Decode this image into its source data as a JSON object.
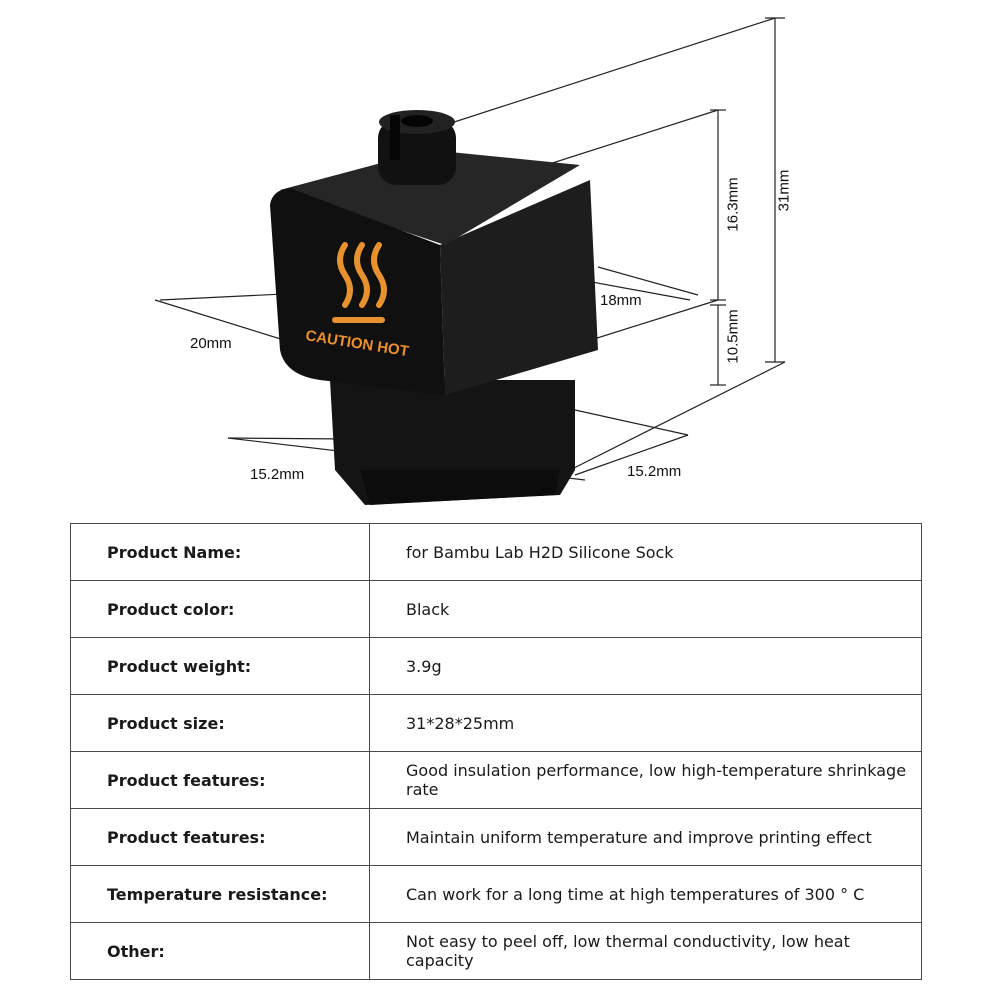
{
  "figure": {
    "dimensions": {
      "d1": "31mm",
      "d2": "16.3mm",
      "d3": "10.5mm",
      "d4": "18mm",
      "d5": "20mm",
      "d6": "15.2mm",
      "d7": "15.2mm"
    },
    "caution_label": "CAUTION HOT",
    "product_color": "#141414",
    "caution_color": "#e8912f"
  },
  "specs": {
    "rows": [
      {
        "label": "Product Name:",
        "value": "for Bambu Lab H2D Silicone Sock"
      },
      {
        "label": "Product color:",
        "value": "Black"
      },
      {
        "label": "Product weight:",
        "value": "3.9g"
      },
      {
        "label": "Product size:",
        "value": "31*28*25mm"
      },
      {
        "label": "Product features:",
        "value": "Good insulation performance, low high-temperature shrinkage rate"
      },
      {
        "label": "Product features:",
        "value": "Maintain uniform temperature and improve printing effect"
      },
      {
        "label": "Temperature resistance:",
        "value": "Can work for a long time at high temperatures of 300 ° C"
      },
      {
        "label": "Other:",
        "value": "Not easy to peel off, low thermal conductivity, low heat capacity"
      }
    ]
  }
}
